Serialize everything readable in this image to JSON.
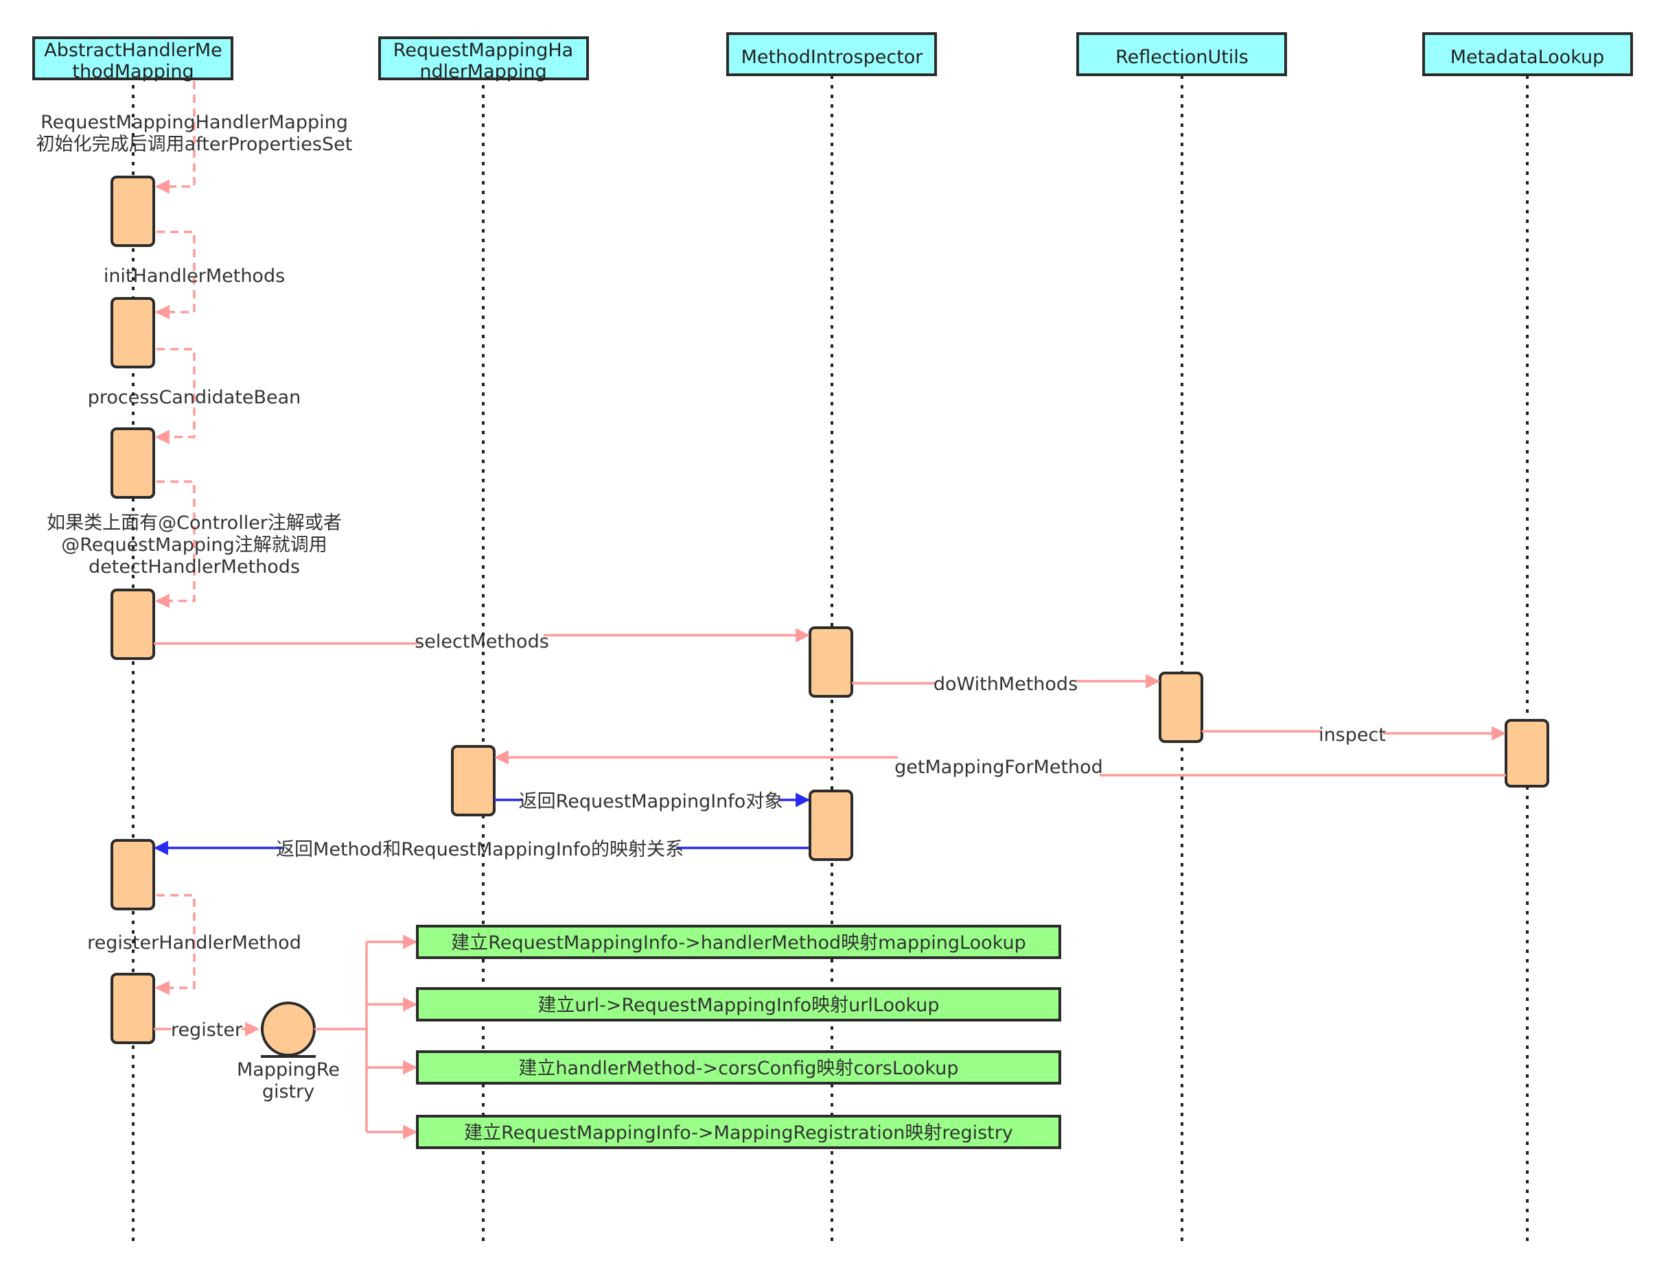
{
  "lifelines": [
    {
      "id": "ahm",
      "lines": [
        "AbstractHandlerMe",
        "thodMapping"
      ]
    },
    {
      "id": "rmhm",
      "lines": [
        "RequestMappingHa",
        "ndlerMapping"
      ]
    },
    {
      "id": "mi",
      "lines": [
        "MethodIntrospector"
      ]
    },
    {
      "id": "ru",
      "lines": [
        "ReflectionUtils"
      ]
    },
    {
      "id": "ml",
      "lines": [
        "MetadataLookup"
      ]
    }
  ],
  "self_calls": [
    {
      "lines": [
        "RequestMappingHandlerMapping",
        "初始化完成后调用afterPropertiesSet"
      ]
    },
    {
      "lines": [
        "initHandlerMethods"
      ]
    },
    {
      "lines": [
        "processCandidateBean"
      ]
    },
    {
      "lines": [
        "如果类上面有@Controller注解或者",
        "@RequestMapping注解就调用",
        "detectHandlerMethods"
      ]
    },
    {
      "lines": [
        "registerHandlerMethod"
      ]
    }
  ],
  "messages": {
    "select_methods": "selectMethods",
    "do_with_methods": "doWithMethods",
    "inspect": "inspect",
    "get_mapping_for_method": "getMappingForMethod",
    "return_info": "返回RequestMappingInfo对象",
    "return_mapping": "返回Method和RequestMappingInfo的映射关系",
    "register": "register"
  },
  "registry": {
    "lines": [
      "MappingRe",
      "gistry"
    ]
  },
  "notes": [
    "建立RequestMappingInfo->handlerMethod映射mappingLookup",
    "建立url->RequestMappingInfo映射urlLookup",
    "建立handlerMethod->corsConfig映射corsLookup",
    "建立RequestMappingInfo->MappingRegistration映射registry"
  ],
  "colors": {
    "lifeline_head": "#99ffff",
    "activation": "#ffc993",
    "note": "#99ff88",
    "call_arrow": "#ff9a9a",
    "return_arrow": "#2a2aee"
  }
}
